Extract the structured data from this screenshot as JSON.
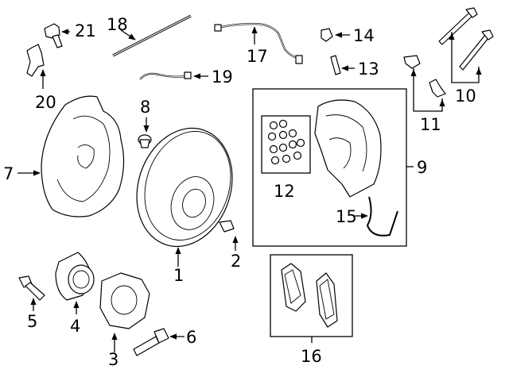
{
  "diagram": {
    "callouts": {
      "c1": "1",
      "c2": "2",
      "c3": "3",
      "c4": "4",
      "c5": "5",
      "c6": "6",
      "c7": "7",
      "c8": "8",
      "c9": "9",
      "c10": "10",
      "c11": "11",
      "c12": "12",
      "c13": "13",
      "c14": "14",
      "c15": "15",
      "c16": "16",
      "c17": "17",
      "c18": "18",
      "c19": "19",
      "c20": "20",
      "c21": "21"
    }
  }
}
